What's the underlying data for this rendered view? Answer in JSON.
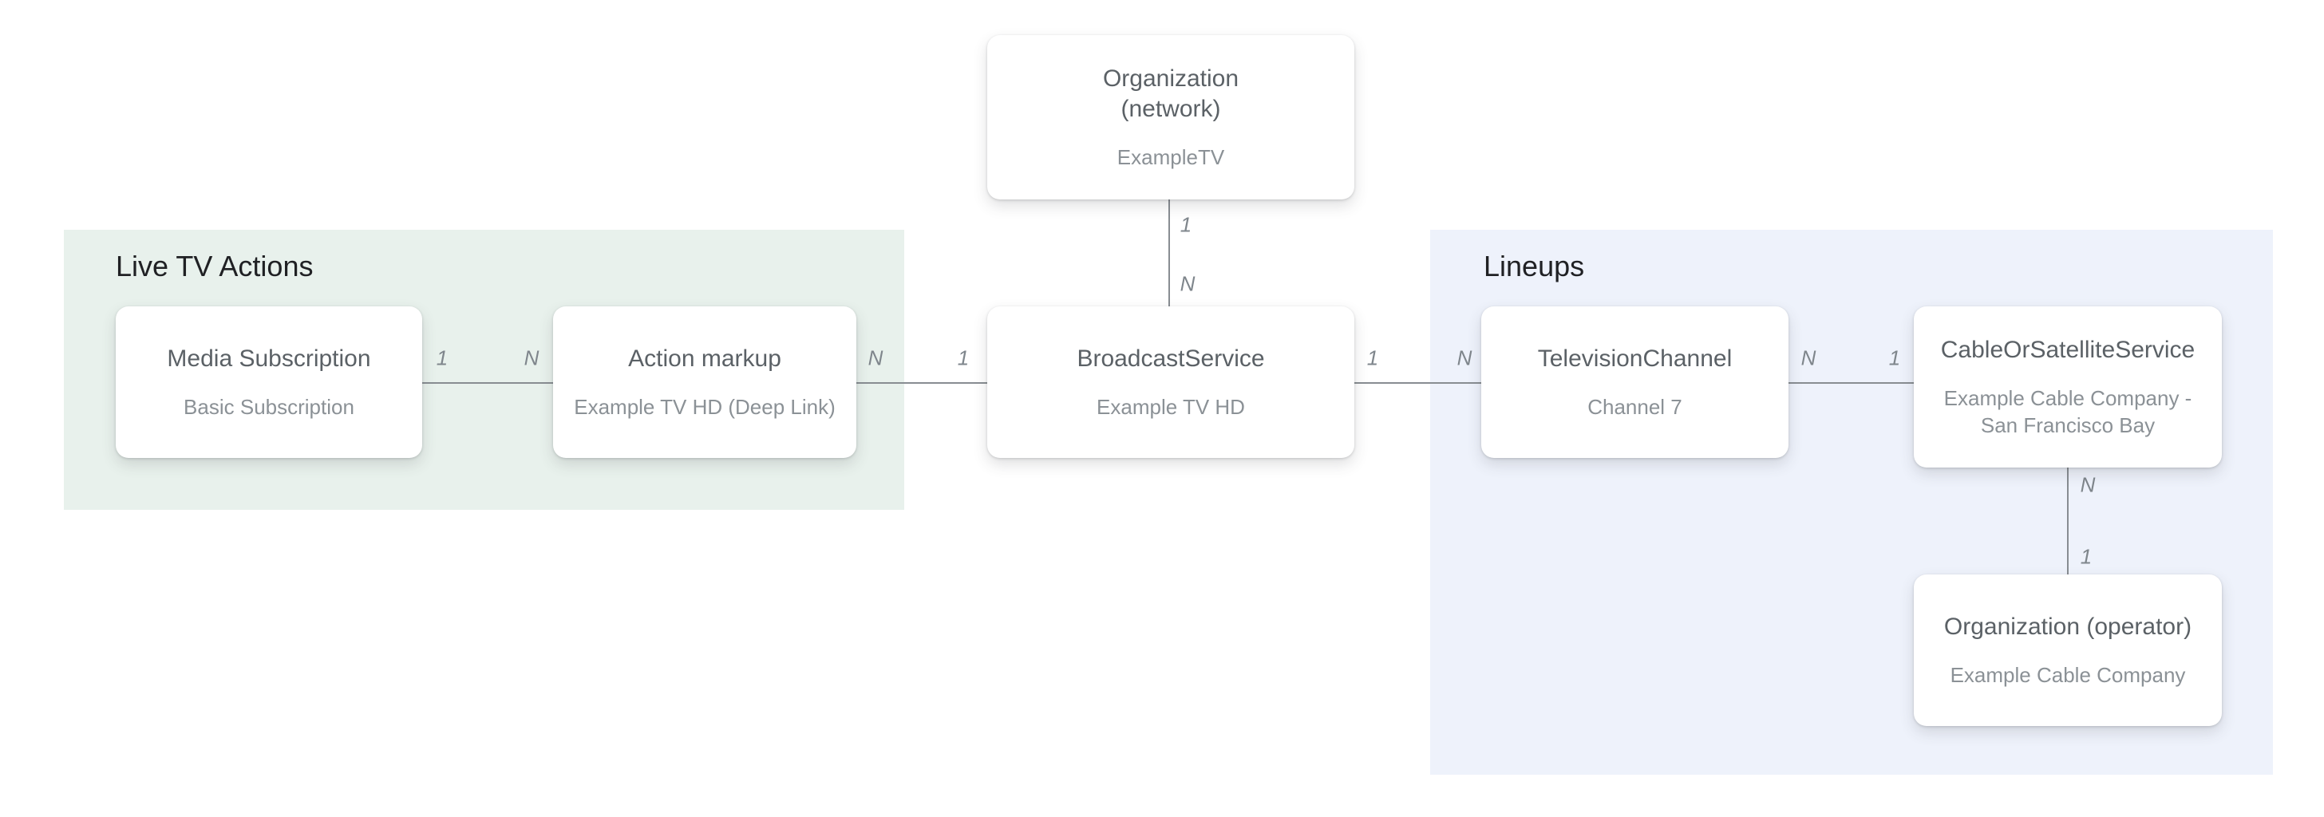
{
  "diagram": {
    "groups": {
      "live_tv_actions": {
        "label": "Live TV Actions",
        "bg_color": "#e8f1ec"
      },
      "lineups": {
        "label": "Lineups",
        "bg_color": "#eef2fb"
      }
    },
    "nodes": {
      "org_network": {
        "title_line1": "Organization",
        "title_line2": "(network)",
        "subtitle": "ExampleTV"
      },
      "media_subscription": {
        "title": "Media Subscription",
        "subtitle": "Basic Subscription"
      },
      "action_markup": {
        "title": "Action markup",
        "subtitle": "Example TV HD (Deep Link)"
      },
      "broadcast_service": {
        "title": "BroadcastService",
        "subtitle": "Example TV HD"
      },
      "television_channel": {
        "title": "TelevisionChannel",
        "subtitle": "Channel 7"
      },
      "cable_or_satellite": {
        "title": "CableOrSatelliteService",
        "subtitle_line1": "Example Cable Company -",
        "subtitle_line2": "San Francisco Bay"
      },
      "org_operator": {
        "title": "Organization (operator)",
        "subtitle": "Example Cable Company"
      }
    },
    "edges": {
      "network_broadcast": {
        "start": "1",
        "end": "N"
      },
      "media_action": {
        "start": "1",
        "end": "N"
      },
      "action_broadcast": {
        "start": "N",
        "end": "1"
      },
      "broadcast_channel": {
        "start": "1",
        "end": "N"
      },
      "channel_cable": {
        "start": "N",
        "end": "1"
      },
      "cable_operator": {
        "start": "N",
        "end": "1"
      }
    },
    "colors": {
      "connector": "#888d92",
      "cardinality_label": "#7f868c",
      "node_title": "#5b6166",
      "node_subtitle": "#8b9196",
      "group_heading": "#202124",
      "page_background": "#ffffff"
    }
  }
}
